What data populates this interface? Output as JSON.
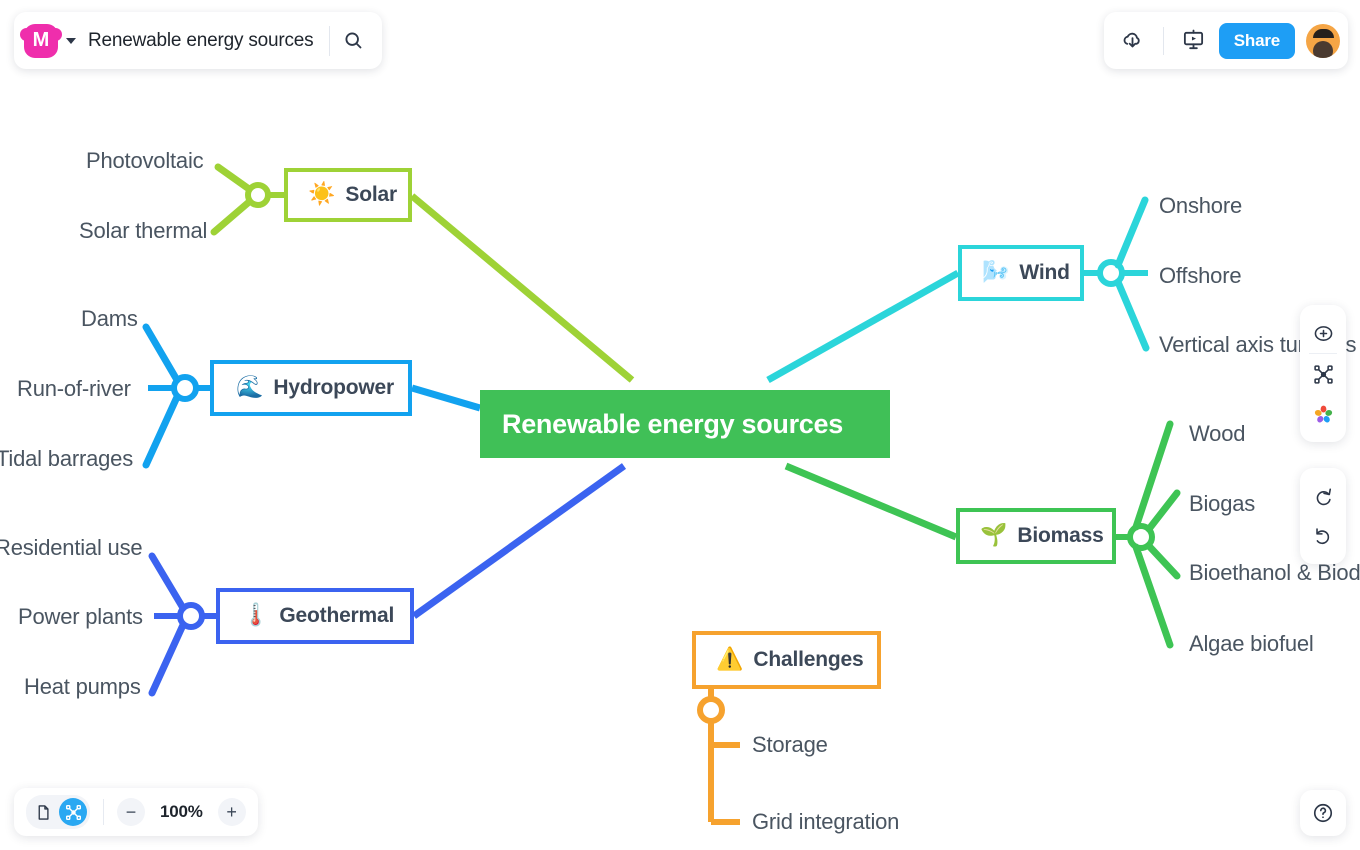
{
  "app": {
    "logo_letter": "M",
    "doc_title": "Renewable energy sources",
    "search_icon": "search-icon",
    "caret_icon": "chevron-down-icon"
  },
  "top_right": {
    "download_icon": "cloud-download-icon",
    "present_icon": "presentation-icon",
    "share_label": "Share",
    "avatar_name": "user-avatar"
  },
  "right_toolbar": {
    "add_icon": "plus-circle-icon",
    "node_icon": "mindmap-node-icon",
    "theme_icon": "color-theme-icon",
    "redo_icon": "redo-icon",
    "undo_icon": "undo-icon"
  },
  "help": {
    "icon": "question-circle-icon"
  },
  "zoombar": {
    "page_icon": "page-view-icon",
    "map_icon": "mindmap-view-icon",
    "minus_label": "−",
    "zoom_level": "100%",
    "plus_label": "+"
  },
  "mindmap": {
    "center": {
      "label": "Renewable energy sources",
      "color": "#40c057"
    },
    "topics": [
      {
        "id": "solar",
        "label": "Solar",
        "emoji": "☀️",
        "color": "#9ed236",
        "children": [
          "Photovoltaic",
          "Solar thermal"
        ]
      },
      {
        "id": "hydropower",
        "label": "Hydropower",
        "emoji": "🌊",
        "color": "#12a2ef",
        "children": [
          "Dams",
          "Run-of-river",
          "Tidal barrages"
        ]
      },
      {
        "id": "geothermal",
        "label": "Geothermal",
        "emoji": "🌡️",
        "color": "#3b63f0",
        "children": [
          "Residential use",
          "Power plants",
          "Heat pumps"
        ]
      },
      {
        "id": "wind",
        "label": "Wind",
        "emoji": "🌬️",
        "color": "#2bd5da",
        "children": [
          "Onshore",
          "Offshore",
          "Vertical axis turbines"
        ]
      },
      {
        "id": "biomass",
        "label": "Biomass",
        "emoji": "🌱",
        "color": "#3ec454",
        "children": [
          "Wood",
          "Biogas",
          "Bioethanol & Biodiesel",
          "Algae biofuel"
        ]
      },
      {
        "id": "challenges",
        "label": "Challenges",
        "emoji": "⚠️",
        "color": "#f6a22e",
        "children": [
          "Storage",
          "Grid integration"
        ]
      }
    ]
  }
}
